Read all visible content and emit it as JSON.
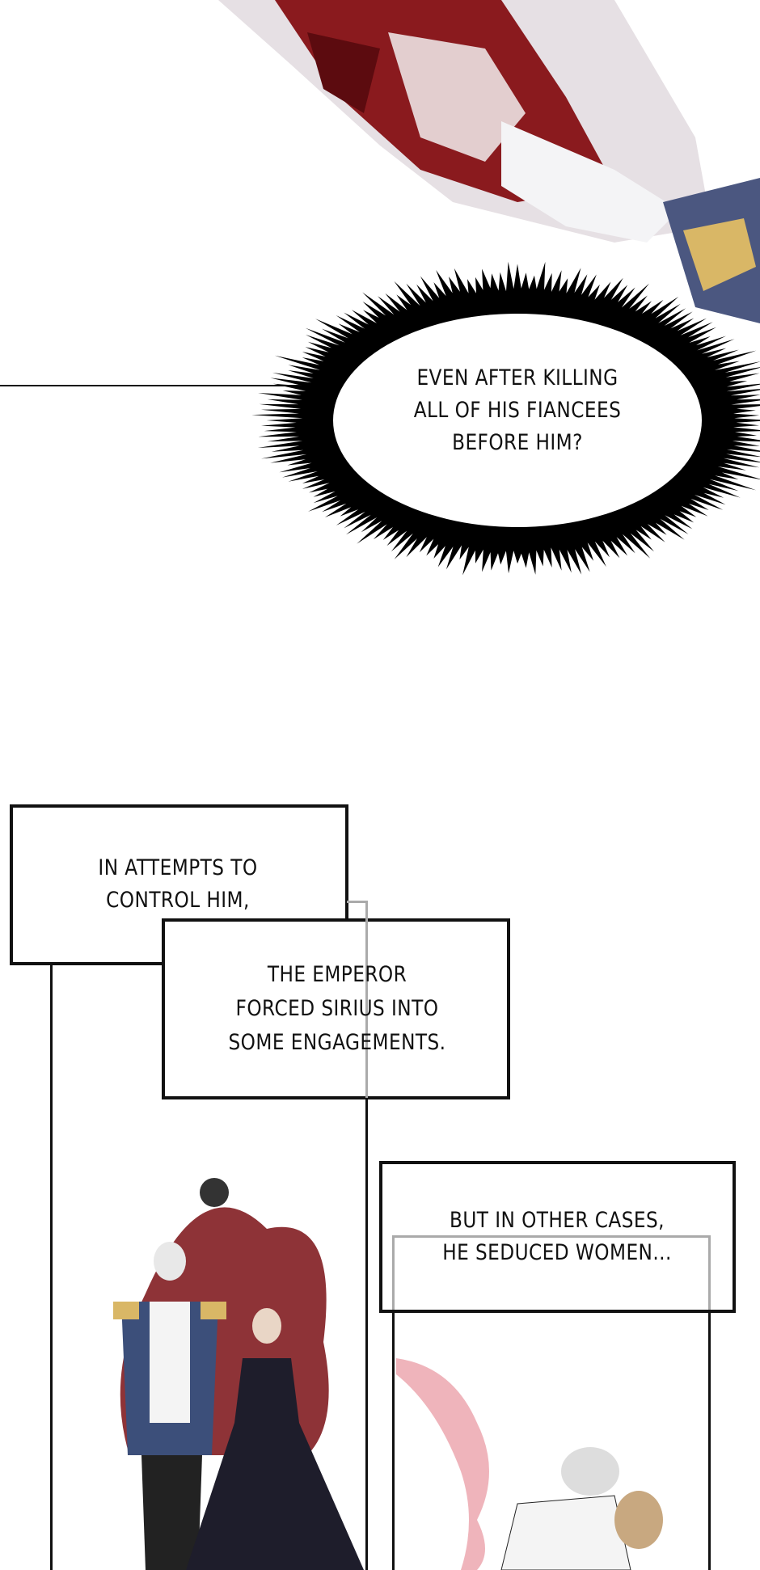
{
  "panels": {
    "bubble": {
      "lines": [
        "EVEN AFTER KILLING",
        "ALL OF HIS FIANCEES",
        "BEFORE HIM?"
      ]
    },
    "caption_1": {
      "lines": [
        "IN ATTEMPTS TO",
        "CONTROL HIM,"
      ]
    },
    "caption_2": {
      "lines": [
        "THE EMPEROR",
        "FORCED SIRIUS INTO",
        "SOME ENGAGEMENTS."
      ]
    },
    "caption_3": {
      "lines": [
        "BUT IN OTHER CASES,",
        "HE SEDUCED WOMEN..."
      ]
    }
  },
  "colors": {
    "blood": "#7a0f14",
    "ink": "#111111",
    "uniform_blue": "#3c4f7a",
    "gold": "#d9b766"
  }
}
